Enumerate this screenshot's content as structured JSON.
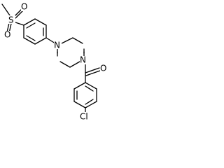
{
  "molecule": {
    "atoms": {
      "sulfur": "S",
      "sulfonyl_oxygen_top": "O",
      "sulfonyl_oxygen_bottom": "O",
      "piperazine_nitrogen_aryl": "N",
      "piperazine_nitrogen_acyl": "N",
      "carbonyl_oxygen": "O",
      "chlorine": "Cl"
    }
  }
}
